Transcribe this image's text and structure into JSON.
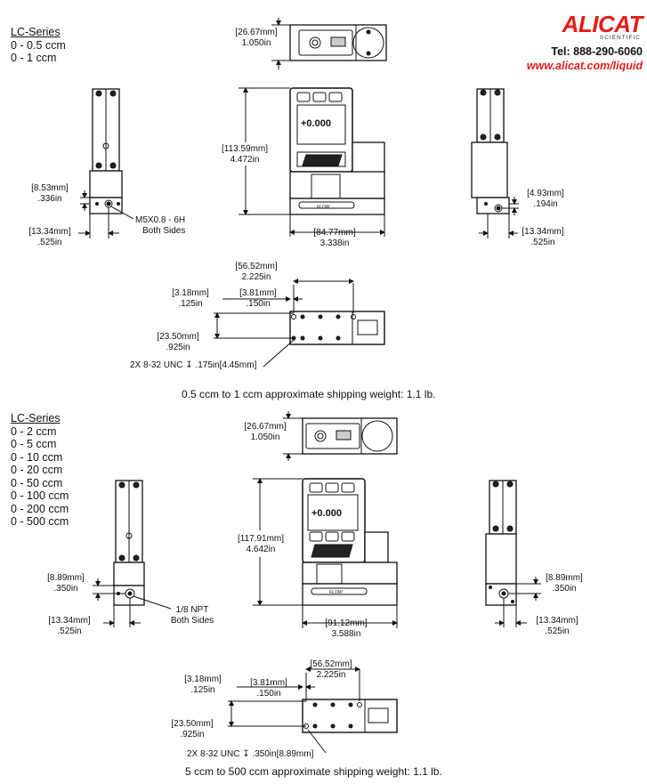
{
  "brand": {
    "logo_text": "ALICAT",
    "logo_sub": "SCIENTIFIC",
    "phone": "Tel: 888-290-6060",
    "website": "www.alicat.com/liquid",
    "accent_color": "#e31d1a"
  },
  "section_top": {
    "series_title": "LC-Series",
    "ranges": [
      "0 - 0.5 ccm",
      "0 - 1 ccm"
    ],
    "top_view": {
      "mm": "[26.67mm]",
      "inch": "1.050in"
    },
    "left_view": {
      "a_mm": "[8.53mm]",
      "a_in": ".336in",
      "b_mm": "[13.34mm]",
      "b_in": ".525in",
      "thread_note": "M5X0.8  - 6H",
      "thread_note2": "Both Sides"
    },
    "front_view": {
      "height_mm": "[113.59mm]",
      "height_in": "4.472in",
      "width_mm": "[84.77mm]",
      "width_in": "3.338in",
      "display_value": "+0.000",
      "display_label": "FLOW"
    },
    "right_view": {
      "a_mm": "[4.93mm]",
      "a_in": ".194in",
      "b_mm": "[13.34mm]",
      "b_in": ".525in"
    },
    "bottom_view": {
      "d1_mm": "[56.52mm]",
      "d1_in": "2.225in",
      "d2_mm": "[3.18mm]",
      "d2_in": ".125in",
      "d3_mm": "[3.81mm]",
      "d3_in": ".150in",
      "d4_mm": "[23.50mm]",
      "d4_in": ".925in",
      "thread": "2X 8-32 UNC",
      "depth": ".175in[4.45mm]"
    },
    "weight": "0.5 ccm to 1 ccm approximate shipping weight: 1.1 lb."
  },
  "section_bottom": {
    "series_title": "LC-Series",
    "ranges": [
      "0 - 2 ccm",
      "0 - 5 ccm",
      "0 - 10 ccm",
      "0 - 20 ccm",
      "0 - 50 ccm",
      "0 - 100 ccm",
      "0 - 200 ccm",
      "0 - 500 ccm"
    ],
    "top_view": {
      "mm": "[26.67mm]",
      "inch": "1.050in"
    },
    "left_view": {
      "a_mm": "[8.89mm]",
      "a_in": ".350in",
      "b_mm": "[13.34mm]",
      "b_in": ".525in",
      "thread_note": "1/8 NPT",
      "thread_note2": "Both Sides"
    },
    "front_view": {
      "height_mm": "[117.91mm]",
      "height_in": "4.642in",
      "width_mm": "[91.12mm]",
      "width_in": "3.588in",
      "display_value": "+0.000",
      "display_label": "FLOW"
    },
    "right_view": {
      "a_mm": "[8.89mm]",
      "a_in": ".350in",
      "b_mm": "[13.34mm]",
      "b_in": ".525in"
    },
    "bottom_view": {
      "d1_mm": "[56.52mm]",
      "d1_in": "2.225in",
      "d2_mm": "[3.18mm]",
      "d2_in": ".125in",
      "d3_mm": "[3.81mm]",
      "d3_in": ".150in",
      "d4_mm": "[23.50mm]",
      "d4_in": ".925in",
      "thread": "2X 8-32 UNC",
      "depth": ".350in[8.89mm]"
    },
    "weight": "5 ccm to 500 ccm approximate shipping weight: 1.1 lb."
  }
}
